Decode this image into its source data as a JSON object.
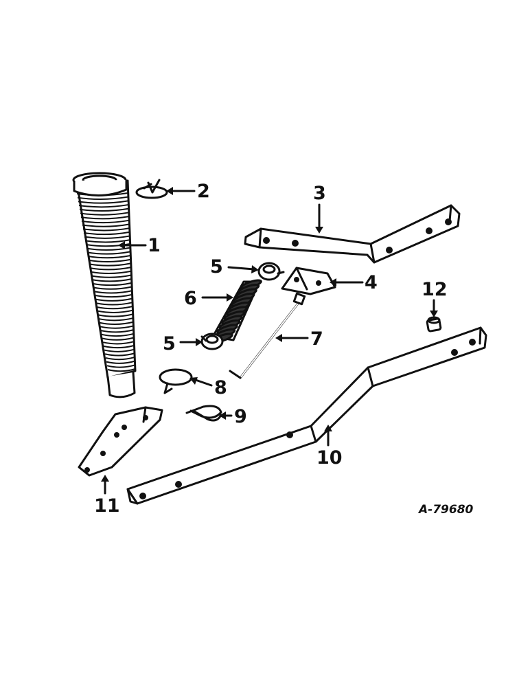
{
  "diagram": {
    "reference_code": "A-79680",
    "callouts": [
      {
        "id": "1",
        "label": "1"
      },
      {
        "id": "2",
        "label": "2"
      },
      {
        "id": "3",
        "label": "3"
      },
      {
        "id": "4",
        "label": "4"
      },
      {
        "id": "5a",
        "label": "5"
      },
      {
        "id": "5b",
        "label": "5"
      },
      {
        "id": "6",
        "label": "6"
      },
      {
        "id": "7",
        "label": "7"
      },
      {
        "id": "8",
        "label": "8"
      },
      {
        "id": "9",
        "label": "9"
      },
      {
        "id": "10",
        "label": "10"
      },
      {
        "id": "11",
        "label": "11"
      },
      {
        "id": "12",
        "label": "12"
      }
    ]
  },
  "colors": {
    "ink": "#111111",
    "paper": "#ffffff"
  }
}
